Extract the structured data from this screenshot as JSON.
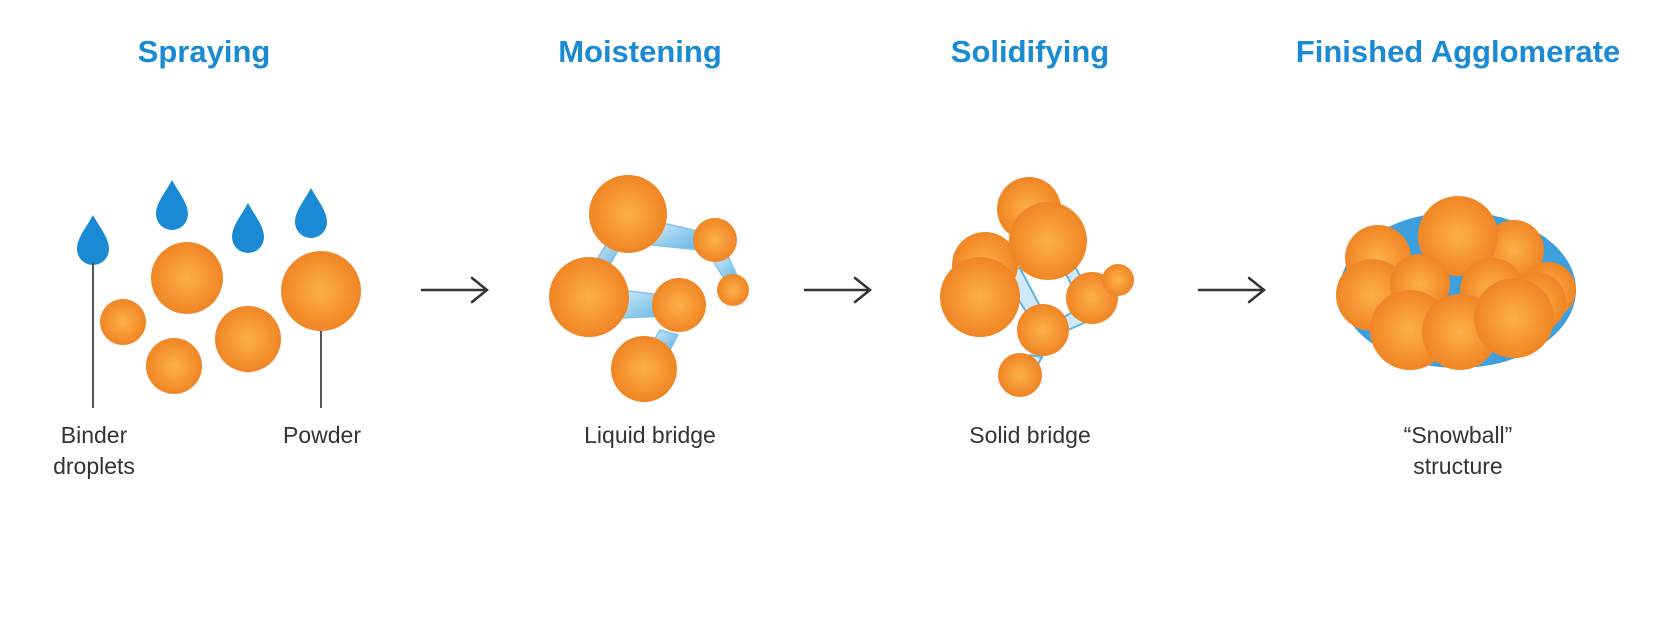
{
  "stages": [
    {
      "title": "Spraying"
    },
    {
      "title": "Moistening"
    },
    {
      "title": "Solidifying"
    },
    {
      "title": "Finished Agglomerate"
    }
  ],
  "labels": {
    "binder_line1": "Binder",
    "binder_line2": "droplets",
    "powder": "Powder",
    "liquid_bridge": "Liquid bridge",
    "solid_bridge": "Solid bridge",
    "snowball_line1": "“Snowball”",
    "snowball_line2": "structure"
  },
  "colors": {
    "title": "#1a8ad4",
    "particle_light": "#fbb04a",
    "particle_dark": "#f08524",
    "droplet": "#1a8ad4",
    "bridge": "#7ec3ea",
    "arrow": "#333333",
    "text": "#333333"
  },
  "icons": [
    "droplet-icon",
    "arrow-right-icon",
    "particle-icon"
  ]
}
